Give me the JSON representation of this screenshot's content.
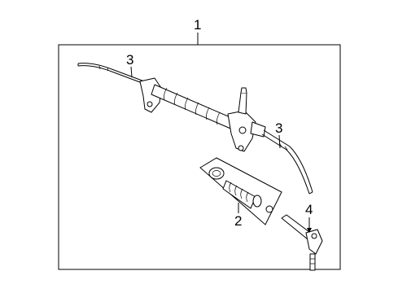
{
  "callouts": {
    "assembly": "1",
    "boot_kit": "2",
    "inner_tie_rod_left": "3",
    "inner_tie_rod_right": "3",
    "outer_tie_rod_end": "4"
  }
}
